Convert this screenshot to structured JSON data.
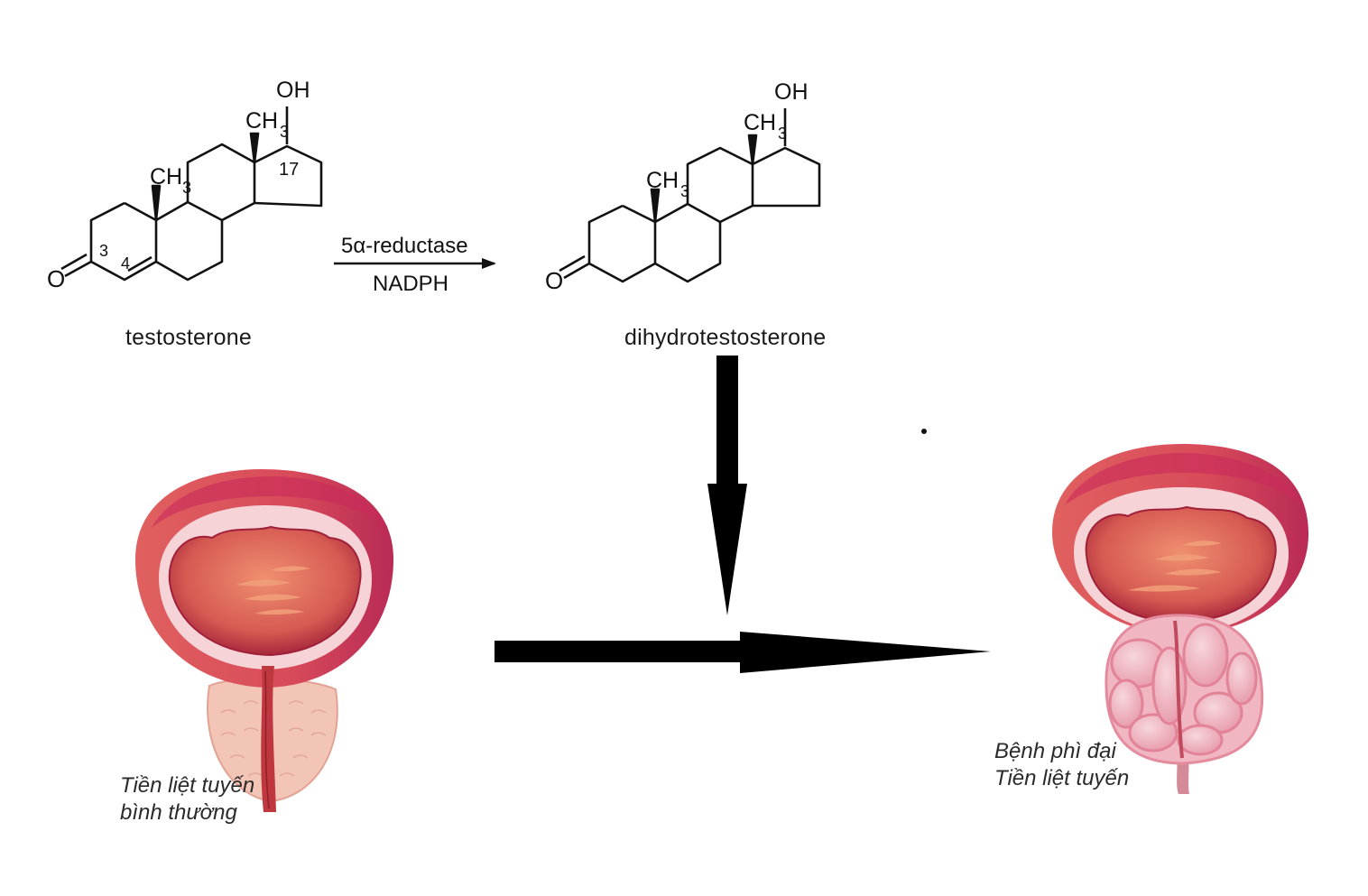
{
  "reaction": {
    "substrate": {
      "name": "testosterone",
      "labels": {
        "oh": "OH",
        "ch3_top": "CH",
        "ch3_top_sub": "3",
        "ch3_mid": "CH",
        "ch3_mid_sub": "3",
        "c17": "17",
        "c3": "3",
        "c4": "4",
        "o": "O"
      }
    },
    "enzyme": "5α-reductase",
    "cofactor": "NADPH",
    "product": {
      "name": "dihydrotestosterone",
      "labels": {
        "oh": "OH",
        "ch3_top": "CH",
        "ch3_top_sub": "3",
        "ch3_mid": "CH",
        "ch3_mid_sub": "3",
        "o": "O"
      }
    }
  },
  "prostate_normal": {
    "caption_line1": "Tiền liệt tuyến",
    "caption_line2": "bình thường"
  },
  "prostate_enlarged": {
    "caption_line1": "Bệnh phì đại",
    "caption_line2": "Tiền liệt tuyến"
  },
  "colors": {
    "ink": "#111111",
    "bladder_outer": "#d9485a",
    "bladder_rim": "#b8244a",
    "bladder_inner": "#c94a4a",
    "bladder_mucosa": "#e7906f",
    "prostate_normal": "#f1c2b4",
    "prostate_lobes": "#f3c6cf",
    "urethra": "#c0383f"
  }
}
